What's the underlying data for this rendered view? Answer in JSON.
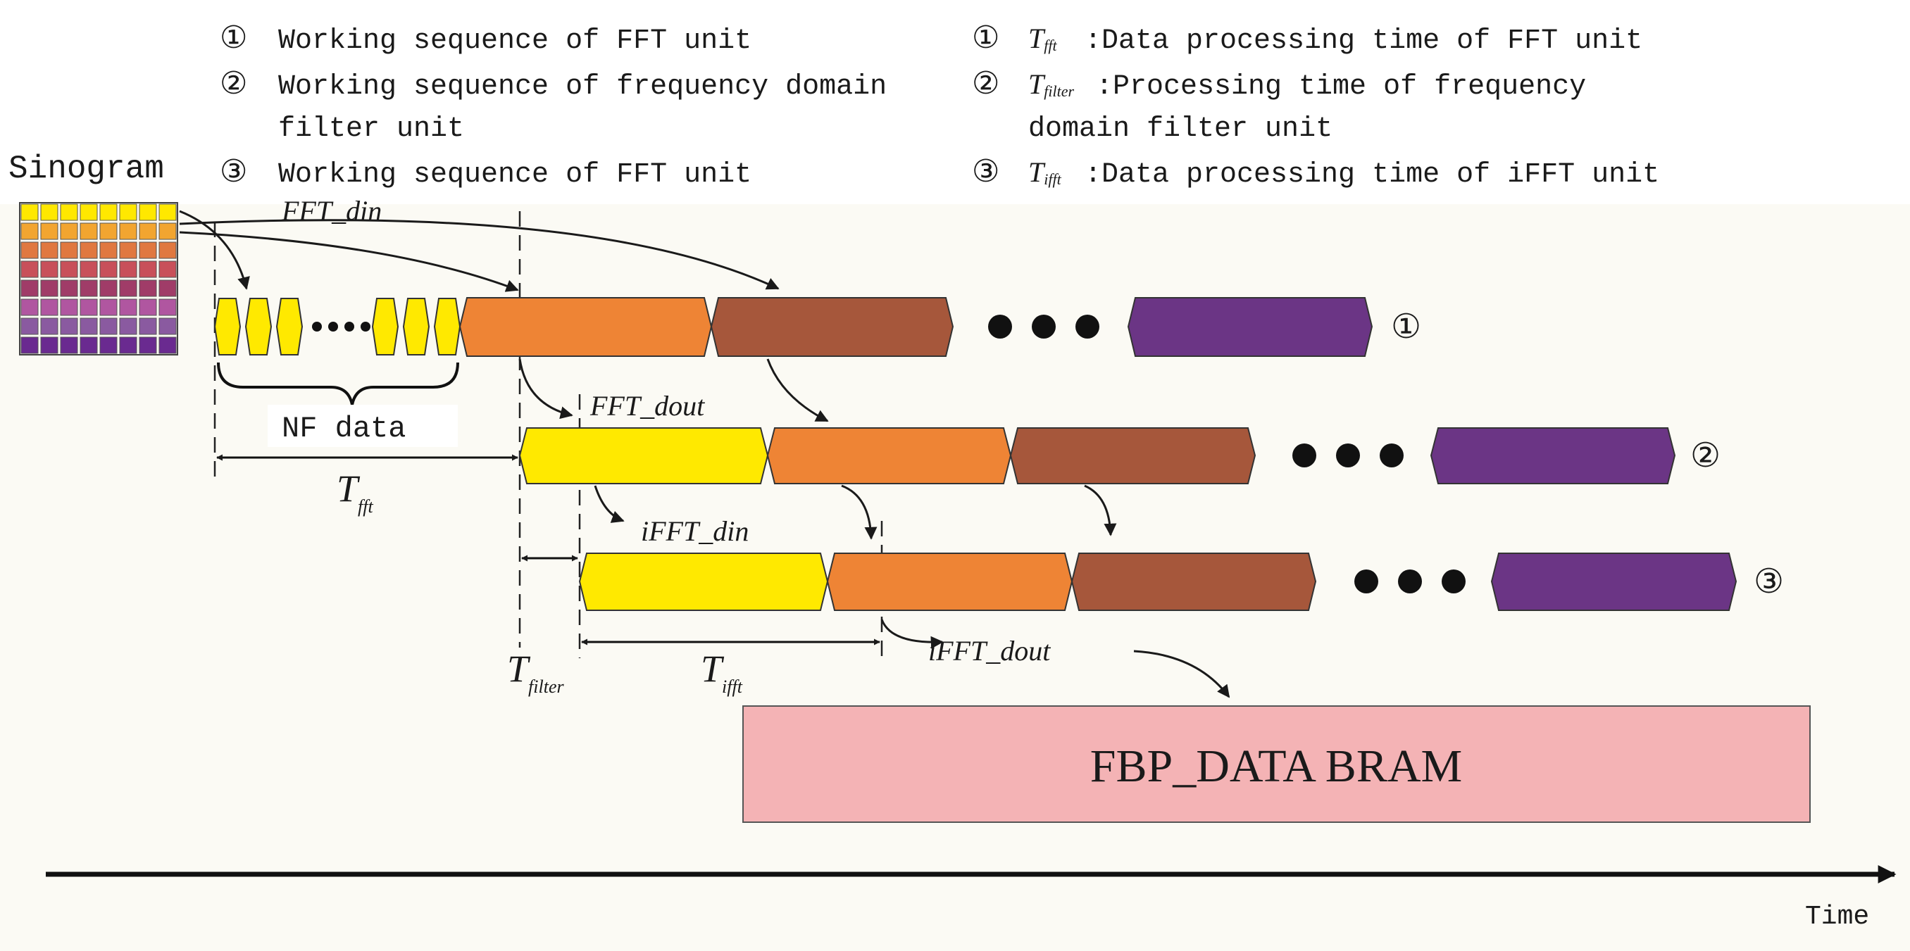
{
  "legend_left": {
    "items": [
      {
        "marker": "①",
        "lines": [
          "Working sequence of FFT unit"
        ]
      },
      {
        "marker": "②",
        "lines": [
          "Working sequence of frequency domain",
          "filter unit"
        ]
      },
      {
        "marker": "③",
        "lines": [
          "Working sequence of FFT unit"
        ]
      }
    ]
  },
  "legend_right": {
    "items": [
      {
        "marker": "①",
        "sym_main": "T",
        "sym_sub": "fft",
        "lines": [
          ":Data processing time of FFT unit"
        ]
      },
      {
        "marker": "②",
        "sym_main": "T",
        "sym_sub": "filter",
        "lines": [
          ":Processing time of frequency",
          "domain filter unit"
        ]
      },
      {
        "marker": "③",
        "sym_main": "T",
        "sym_sub": "ifft",
        "lines": [
          ":Data processing time of iFFT unit"
        ]
      }
    ]
  },
  "sinogram": {
    "label": "Sinogram",
    "row_colors": [
      "#ffe800",
      "#f2a530",
      "#e07840",
      "#c8505a",
      "#a03c68",
      "#b056a0",
      "#8a5aa0",
      "#6a2a90"
    ]
  },
  "signals": {
    "fft_din": "FFT_din",
    "fft_dout": "FFT_dout",
    "ifft_din": "iFFT_din",
    "ifft_dout": "iFFT_dout"
  },
  "nf_label": "NF data",
  "timing": {
    "t_fft": {
      "main": "T",
      "sub": "fft"
    },
    "t_filter": {
      "main": "T",
      "sub": "filter"
    },
    "t_ifft": {
      "main": "T",
      "sub": "ifft"
    }
  },
  "rows": [
    {
      "marker": "①",
      "colors": [
        "#ee8435",
        "#a6573b",
        "#6b3585"
      ]
    },
    {
      "marker": "②",
      "colors": [
        "#ffe900",
        "#ee8435",
        "#a6573b",
        "#6b3585"
      ]
    },
    {
      "marker": "③",
      "colors": [
        "#ffe900",
        "#ee8435",
        "#a6573b",
        "#6b3585"
      ]
    }
  ],
  "bram": {
    "label": "FBP_DATA BRAM",
    "color": "#f4b3b5"
  },
  "axis": {
    "label": "Time"
  }
}
